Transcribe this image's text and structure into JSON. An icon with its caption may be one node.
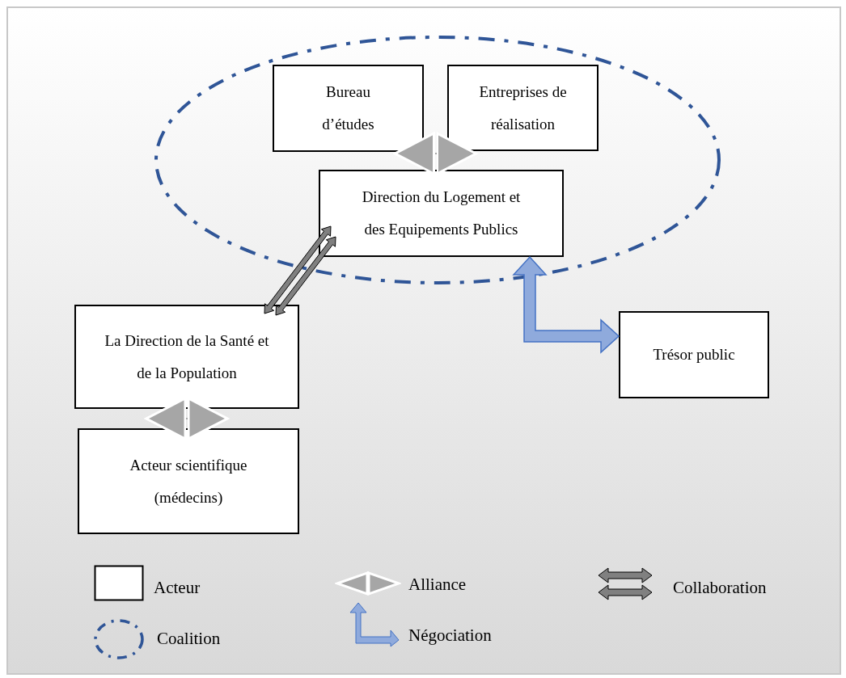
{
  "diagram": {
    "nodes": [
      {
        "text": [],
        "shape": "ellipse"
      },
      {
        "text": [
          "Bureau d’études"
        ],
        "in": 0
      },
      {
        "text": [
          "Entreprises de réalisation"
        ],
        "in": 0
      },
      {
        "text": [
          "Direction du Logement et des Equipements Publics"
        ],
        "in": 0
      },
      {
        "text": [
          "La Direction de la Santé et de la Population"
        ]
      },
      {
        "text": [
          "Acteur scientifique (médecins)"
        ]
      },
      {
        "text": [
          "Trésor public"
        ]
      }
    ],
    "edges": [
      {
        "from": 1,
        "to": 2,
        "arrow": "both",
        "color": "#a6a6a6"
      },
      {
        "from": 4,
        "to": 3,
        "arrow": "both",
        "color": "#808080"
      },
      {
        "from": 4,
        "to": 3,
        "arrow": "both",
        "color": "#808080"
      },
      {
        "from": 3,
        "to": 6,
        "arrow": "both",
        "style": "thick",
        "color": "#8faadc"
      },
      {
        "from": 4,
        "to": 5,
        "arrow": "both",
        "color": "#a6a6a6"
      }
    ],
    "legend": [
      {
        "text": "Acteur"
      },
      {
        "text": "Alliance"
      },
      {
        "text": "Collaboration"
      },
      {
        "text": "Coalition"
      },
      {
        "text": "Négociation"
      }
    ]
  }
}
